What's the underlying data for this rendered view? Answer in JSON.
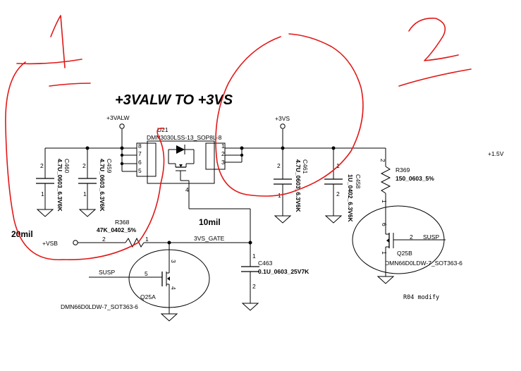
{
  "title": "+3VALW TO +3VS",
  "handwritten": {
    "mark_1": "1",
    "mark_2": "2"
  },
  "nets": {
    "v3valw": "+3VALW",
    "v3vs": "+3VS",
    "v1_5": "+1.5V",
    "vsb": "+VSB",
    "gate": "3VS_GATE",
    "susp_a": "SUSP",
    "susp_b": "SUSP"
  },
  "annotations": {
    "trace_20mil": "20mil",
    "trace_10mil": "10mil",
    "revision": "R04 modify"
  },
  "u21": {
    "ref": "U21",
    "part": "DMN3030LSS-13_SOP8L-8",
    "pins_left": [
      "8",
      "7",
      "6",
      "5"
    ],
    "pins_right": [
      "1",
      "2",
      "3"
    ],
    "pin_gate": "4"
  },
  "caps": {
    "c460": {
      "ref": "C460",
      "value": "4.7U_0603_6.3V6K",
      "pin_top": "2",
      "pin_bottom": "1"
    },
    "c459": {
      "ref": "C459",
      "value": "4.7U_0603_6.3V6K",
      "pin_top": "2",
      "pin_bottom": "1"
    },
    "c461": {
      "ref": "C461",
      "value": "4.7U_0603_6.3V6K",
      "pin_top": "2",
      "pin_bottom": "1"
    },
    "c458": {
      "ref": "C458",
      "value": "1U_0402_6.3V6K",
      "pin_top": "1",
      "pin_bottom": "2"
    },
    "c463": {
      "ref": "C463",
      "value": "0.1U_0603_25V7K",
      "pin_top": "1",
      "pin_bottom": "2"
    }
  },
  "resistors": {
    "r368": {
      "ref": "R368",
      "value": "47K_0402_5%",
      "pin_left": "2",
      "pin_right": "1"
    },
    "r369": {
      "ref": "R369",
      "value": "150_0603_5%",
      "pin_top": "2",
      "pin_bottom": "1"
    }
  },
  "q25a": {
    "ref": "Q25A",
    "part": "DMN66D0LDW-7_SOT363-6",
    "pin_gate": "5",
    "pin_drain": "3",
    "pin_source": "4"
  },
  "q25b": {
    "ref": "Q25B",
    "part": "DMN66D0LDW-7_SOT363-6",
    "pin_gate": "2",
    "pin_drain": "6",
    "pin_source": "1"
  }
}
